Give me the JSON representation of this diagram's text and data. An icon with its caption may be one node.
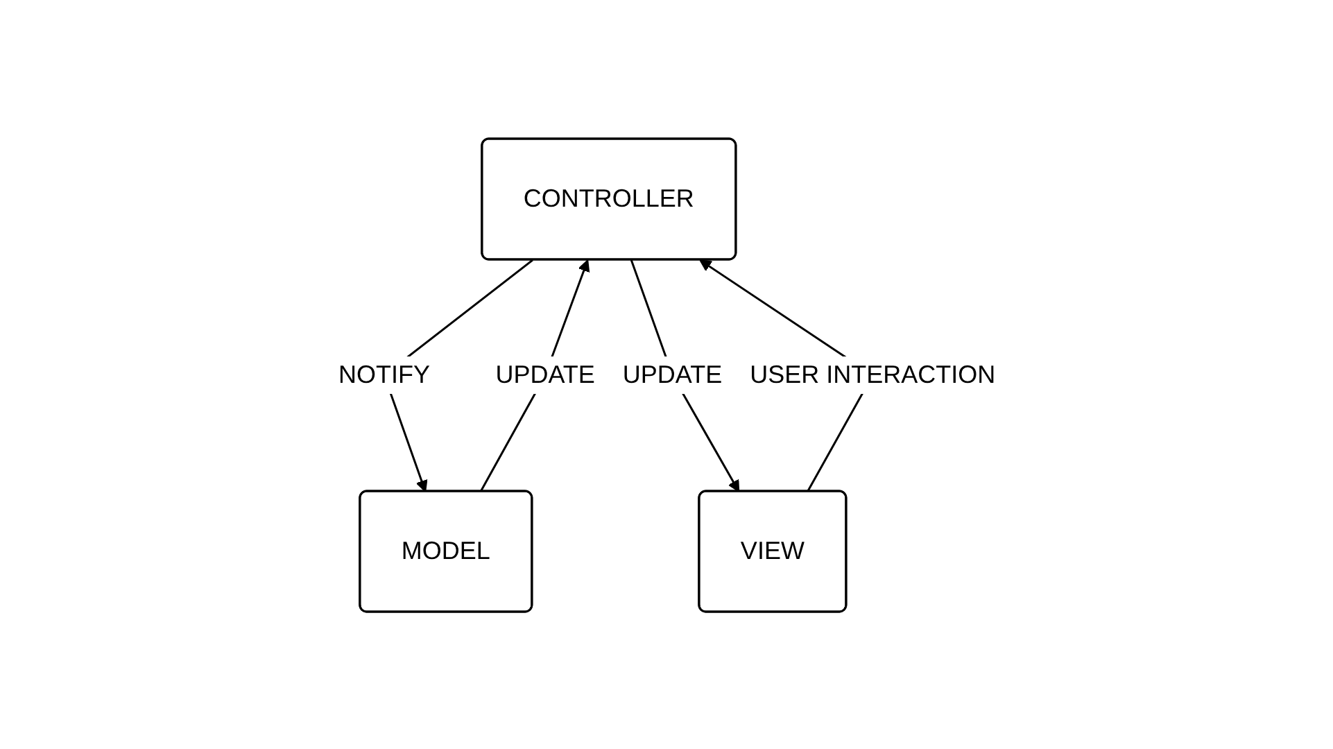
{
  "diagram": {
    "nodes": [
      {
        "text": [
          "CONTROLLER"
        ]
      },
      {
        "text": [
          "MODEL"
        ]
      },
      {
        "text": [
          "VIEW"
        ]
      }
    ],
    "edges": [
      {
        "from": 1,
        "to": 0,
        "arrow": "to",
        "label": "UPDATE"
      },
      {
        "from": 0,
        "to": 1,
        "arrow": "to",
        "label": "NOTIFY"
      },
      {
        "from": 2,
        "to": 0,
        "arrow": "to",
        "label": "USER INTERACTION"
      },
      {
        "from": 0,
        "to": 2,
        "arrow": "to",
        "label": "UPDATE"
      }
    ]
  }
}
